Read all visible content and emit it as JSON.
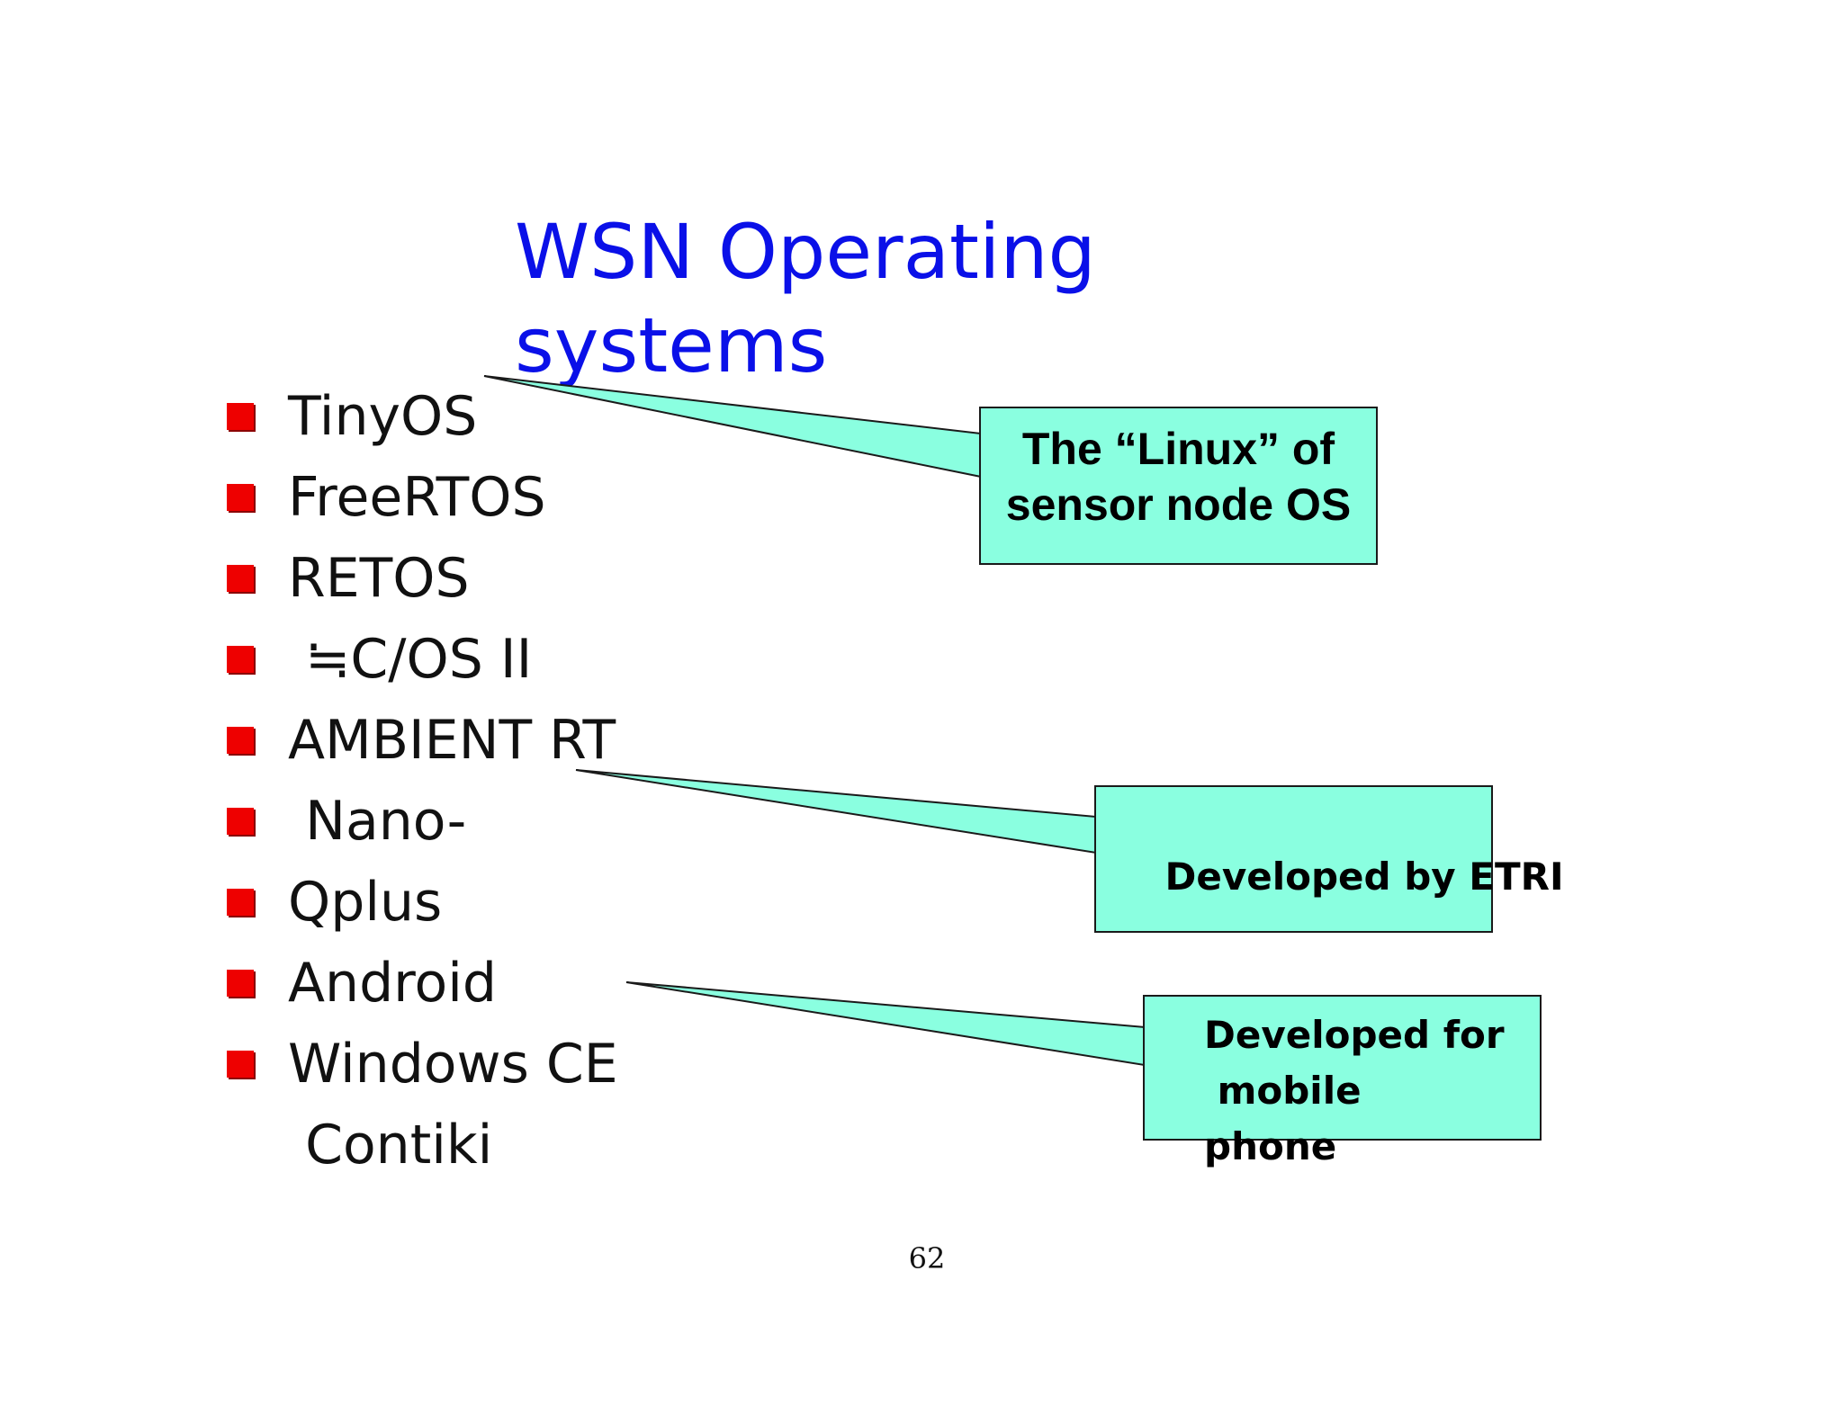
{
  "slide": {
    "title_line1": "WSN Operating",
    "title_line2": "systems",
    "bullets": [
      {
        "text": "TinyOS",
        "marker": true
      },
      {
        "text": "FreeRTOS",
        "marker": true
      },
      {
        "text": "RETOS",
        "marker": true
      },
      {
        "text": " ≒C/OS II",
        "marker": true
      },
      {
        "text": "AMBIENT RT",
        "marker": true
      },
      {
        "text": " Nano-",
        "marker": true
      },
      {
        "text": "Qplus",
        "marker": true
      },
      {
        "text": "Android",
        "marker": true
      },
      {
        "text": "Windows CE",
        "marker": true
      },
      {
        "text": " Contiki",
        "marker": false
      }
    ],
    "callouts": {
      "linux_line1": "The “Linux” of",
      "linux_line2": "sensor node OS",
      "etri": "Developed by ETRI",
      "mobile_line1": "Developed for",
      "mobile_line2": " mobile",
      "mobile_line3": "phone"
    },
    "page_number": "62"
  },
  "colors": {
    "title": "#0a10e8",
    "bullet_marker": "#ee0000",
    "callout_fill": "#8affe0"
  }
}
